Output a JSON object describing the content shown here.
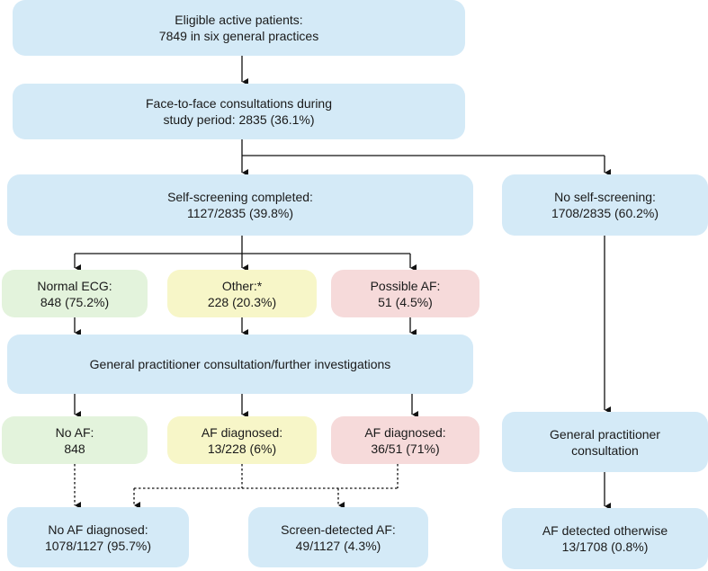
{
  "boxes": {
    "eligible": {
      "line1": "Eligible active patients:",
      "line2": "7849 in six general practices"
    },
    "consults": {
      "line1": "Face-to-face consultations during",
      "line2": "study period: 2835 (36.1%)"
    },
    "self_done": {
      "line1": "Self-screening completed:",
      "line2": "1127/2835 (39.8%)"
    },
    "no_self": {
      "line1": "No self-screening:",
      "line2": "1708/2835 (60.2%)"
    },
    "normal_ecg": {
      "line1": "Normal ECG:",
      "line2": "848 (75.2%)"
    },
    "other": {
      "line1": "Other:*",
      "line2": "228 (20.3%)"
    },
    "possible_af": {
      "line1": "Possible AF:",
      "line2": "51 (4.5%)"
    },
    "gp_further": {
      "line1": "General practitioner consultation/further investigations"
    },
    "no_af": {
      "line1": "No AF:",
      "line2": "848"
    },
    "af_diag_other": {
      "line1": "AF diagnosed:",
      "line2": "13/228 (6%)"
    },
    "af_diag_possible": {
      "line1": "AF diagnosed:",
      "line2": "36/51 (71%)"
    },
    "gp_consult": {
      "line1": "General practitioner",
      "line2": "consultation"
    },
    "no_af_diag": {
      "line1": "No AF diagnosed:",
      "line2": "1078/1127 (95.7%)"
    },
    "screen_af": {
      "line1": "Screen-detected AF:",
      "line2": "49/1127 (4.3%)"
    },
    "af_otherwise": {
      "line1": "AF detected otherwise",
      "line2": "13/1708 (0.8%)"
    }
  },
  "colors": {
    "blue": "#d4eaf7",
    "green": "#e3f3dc",
    "yellow": "#f7f6c8",
    "pink": "#f6dada",
    "line": "#111111"
  }
}
